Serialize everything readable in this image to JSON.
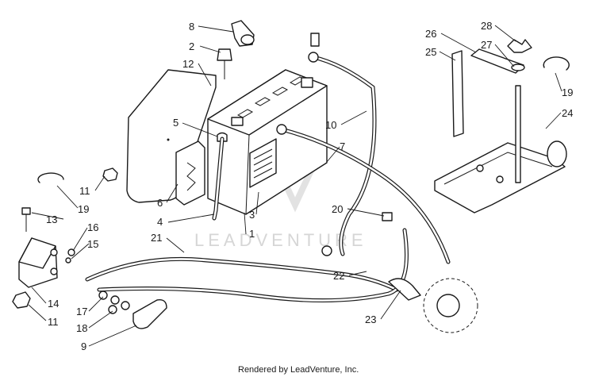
{
  "diagram": {
    "callouts": [
      {
        "id": "c8",
        "label": "8"
      },
      {
        "id": "c2",
        "label": "2"
      },
      {
        "id": "c12",
        "label": "12"
      },
      {
        "id": "c5",
        "label": "5"
      },
      {
        "id": "c11a",
        "label": "11"
      },
      {
        "id": "c6",
        "label": "6"
      },
      {
        "id": "c19a",
        "label": "19"
      },
      {
        "id": "c4",
        "label": "4"
      },
      {
        "id": "c3",
        "label": "3"
      },
      {
        "id": "c1",
        "label": "1"
      },
      {
        "id": "c13",
        "label": "13"
      },
      {
        "id": "c16",
        "label": "16"
      },
      {
        "id": "c15",
        "label": "15"
      },
      {
        "id": "c21",
        "label": "21"
      },
      {
        "id": "c14",
        "label": "14"
      },
      {
        "id": "c11b",
        "label": "11"
      },
      {
        "id": "c17",
        "label": "17"
      },
      {
        "id": "c18",
        "label": "18"
      },
      {
        "id": "c9",
        "label": "9"
      },
      {
        "id": "c10",
        "label": "10"
      },
      {
        "id": "c7",
        "label": "7"
      },
      {
        "id": "c20",
        "label": "20"
      },
      {
        "id": "c22",
        "label": "22"
      },
      {
        "id": "c23",
        "label": "23"
      },
      {
        "id": "c26",
        "label": "26"
      },
      {
        "id": "c25",
        "label": "25"
      },
      {
        "id": "c28",
        "label": "28"
      },
      {
        "id": "c27",
        "label": "27"
      },
      {
        "id": "c19b",
        "label": "19"
      },
      {
        "id": "c24",
        "label": "24"
      }
    ]
  },
  "watermark": {
    "text": "LEADVENTURE"
  },
  "footer": {
    "text": "Rendered by LeadVenture, Inc."
  }
}
